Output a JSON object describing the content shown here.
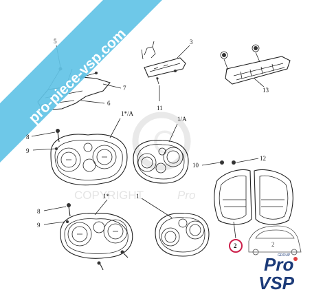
{
  "banner": {
    "text": "pro-piece-vsp.com",
    "color": "#62c3e6"
  },
  "watermark": {
    "text": "COPYRIGHT",
    "brand": "Pro"
  },
  "labels": {
    "l5": "5",
    "l3": "3",
    "l7": "7",
    "l6": "6",
    "l11": "11",
    "l13": "13",
    "l1sa_top": "1*/A",
    "l1a": "1/A",
    "l8_top": "8",
    "l9_top": "9",
    "l10": "10",
    "l12": "12",
    "l1s": "1*",
    "l1": "1",
    "l8_bot": "8",
    "l9_bot": "9",
    "l2": "2",
    "l2b": "2"
  },
  "logo": {
    "line1": "Pro",
    "line2": "VSP",
    "tag": "GROUP",
    "color": "#1b3a78",
    "accent": "#e04040"
  },
  "colors": {
    "callout_ring": "#cc1f4a"
  }
}
